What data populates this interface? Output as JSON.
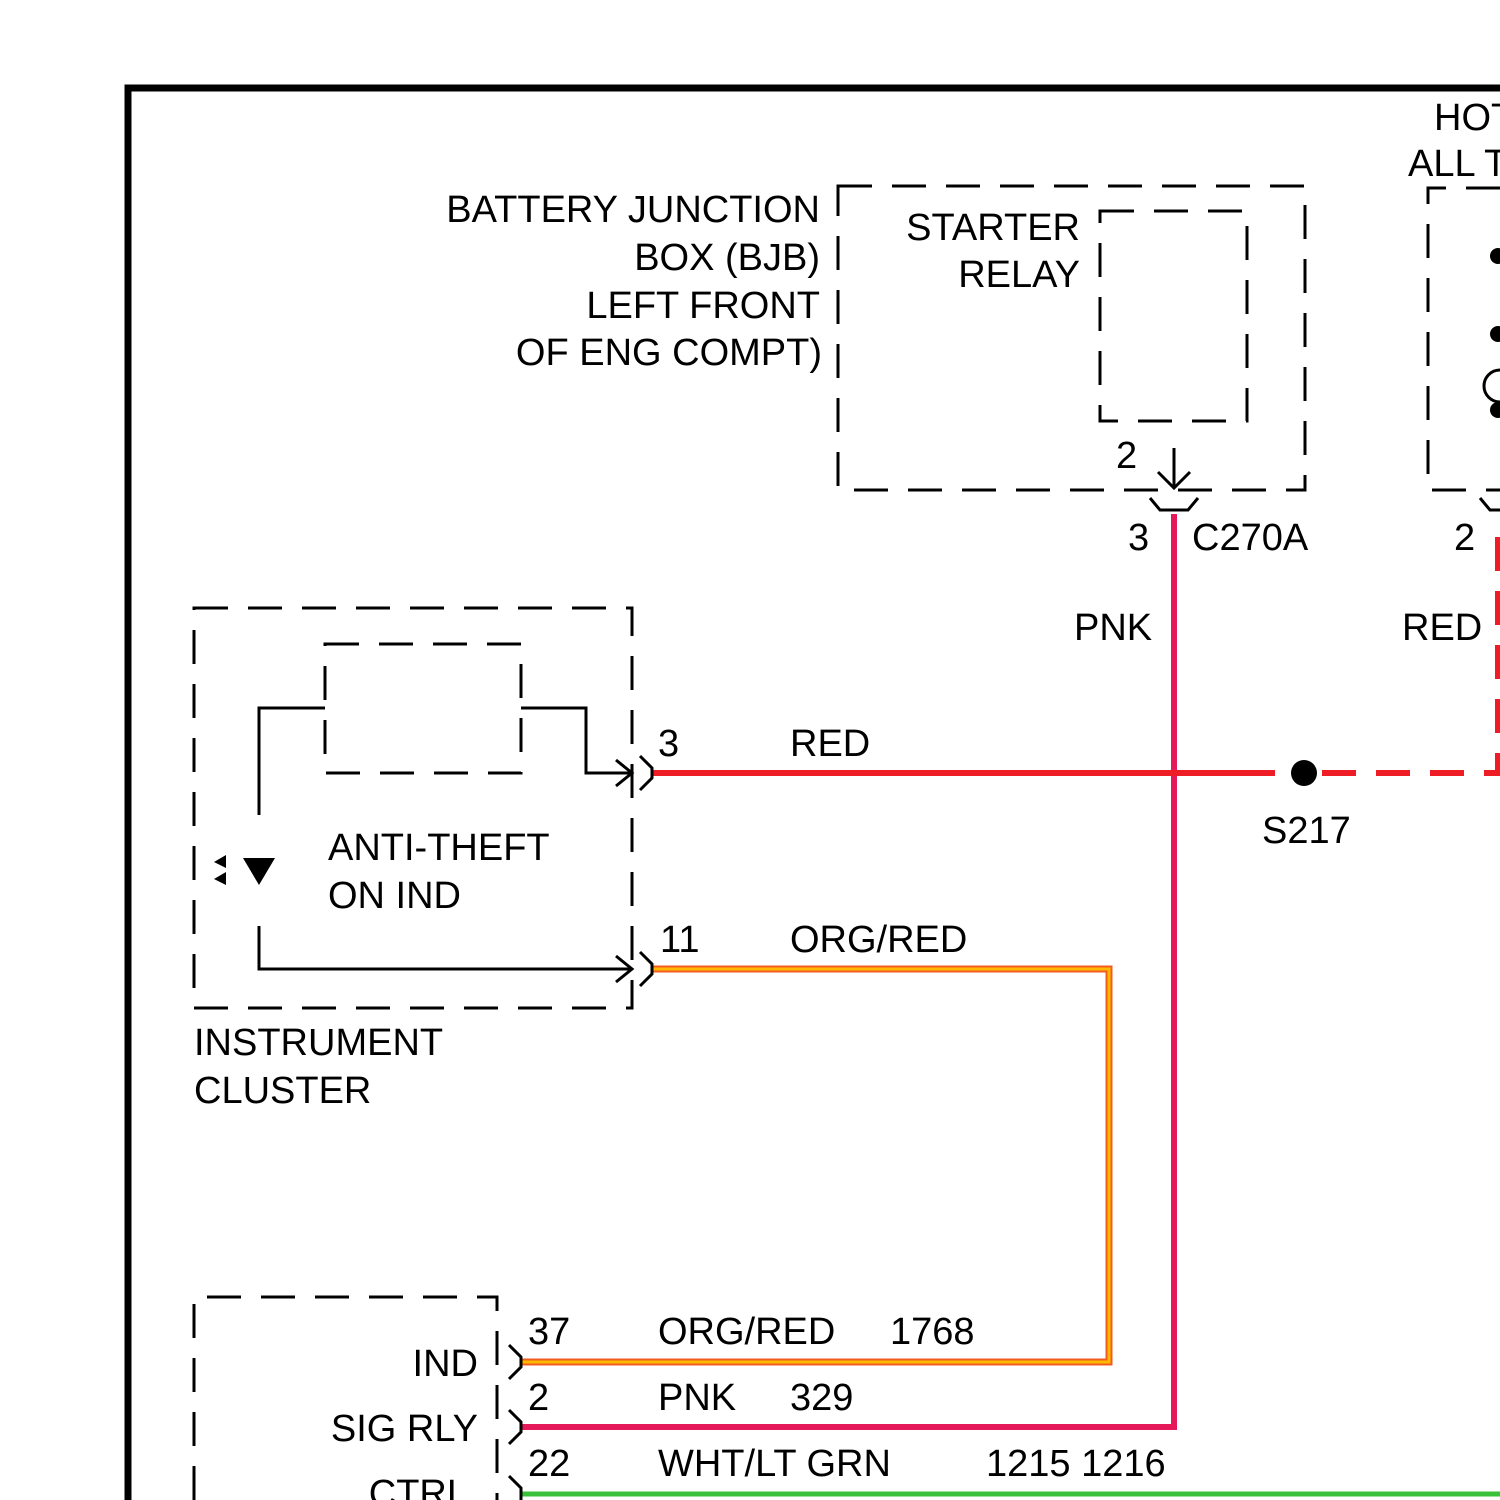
{
  "colors": {
    "pnk": "#e5195a",
    "red": "#ee1c24",
    "org_outer": "#f25c1f",
    "org_inner": "#ffb800",
    "grn": "#39c239"
  },
  "hot_box": {
    "line1": "HOT",
    "line2": "ALL T"
  },
  "bjb": {
    "line1": "BATTERY JUNCTION",
    "line2": "BOX (BJB)",
    "line3": "LEFT FRONT",
    "line4": "OF ENG COMPT)"
  },
  "starter_relay": {
    "line1": "STARTER",
    "line2": "RELAY",
    "pin": "2"
  },
  "connectors": {
    "c270a_pin": "3",
    "c270a_name": "C270A",
    "right_pin": "2"
  },
  "wires": {
    "pnk_label": "PNK",
    "red_right_label": "RED",
    "red_label": "RED",
    "red_pin": "3",
    "org_red_label": "ORG/RED",
    "org_red_pin": "11"
  },
  "splice": {
    "name": "S217"
  },
  "instrument_cluster": {
    "ind_line1": "ANTI-THEFT",
    "ind_line2": "ON IND",
    "name_line1": "INSTRUMENT",
    "name_line2": "CLUSTER"
  },
  "bottom_module": {
    "rows": [
      {
        "label": "IND",
        "pin": "37",
        "color": "ORG/RED",
        "circuit": "1768"
      },
      {
        "label": "SIG RLY",
        "pin": "2",
        "color": "PNK",
        "circuit": "329"
      },
      {
        "label": "CTRL",
        "pin": "22",
        "color": "WHT/LT GRN",
        "circuit": "1215 1216"
      }
    ]
  }
}
